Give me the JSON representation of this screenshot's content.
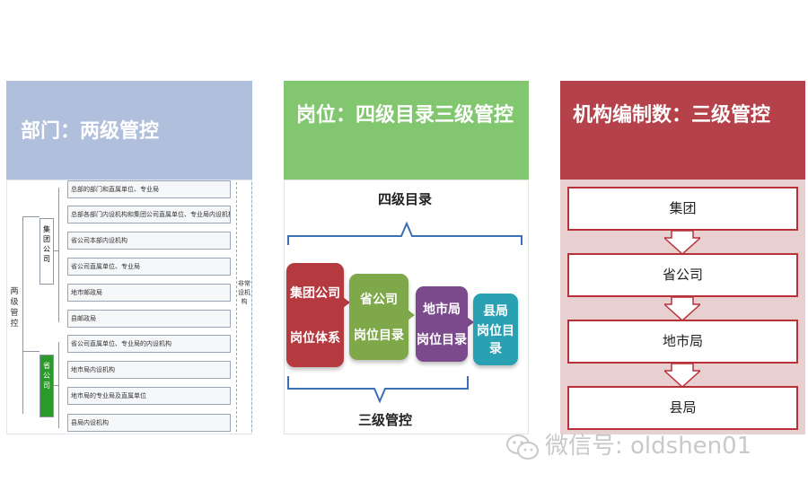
{
  "panels": {
    "dept": {
      "title": "部门：两级管控",
      "side_label": "两级管控",
      "group1": "集团公司",
      "group2": "省公司",
      "right_label": "非常设机构",
      "items": [
        "总部的部门和直属单位、专业局",
        "总部各部门内设机构和集团公司直属单位、专业局内设机构",
        "省公司本部内设机构",
        "省公司直属单位、专业局",
        "地市邮政局",
        "县邮政局",
        "省公司直属单位、专业局的内设机构",
        "地市局内设机构",
        "地市局的专业局及直属单位",
        "县局内设机构"
      ]
    },
    "position": {
      "title": "岗位：四级目录三级管控",
      "top_label": "四级目录",
      "bottom_label": "三级管控",
      "steps": [
        {
          "line1": "集团公司",
          "line2": "岗位体系",
          "color": "#b43a40"
        },
        {
          "line1": "省公司",
          "line2": "岗位目录",
          "color": "#7fa84b"
        },
        {
          "line1": "地市局",
          "line2": "岗位目录",
          "color": "#7b4a8c"
        },
        {
          "line1": "县局",
          "line2": "岗位目录",
          "color": "#2aa1b3"
        }
      ]
    },
    "staffing": {
      "title": "机构编制数：三级管控",
      "levels": [
        "集团",
        "省公司",
        "地市局",
        "县局"
      ]
    }
  },
  "watermark": {
    "text": "微信号: oldshen01",
    "icon": "wechat-icon"
  },
  "colors": {
    "dept_header": "#b0bfdc",
    "position_header": "#82c770",
    "staffing_header": "#b5424a"
  }
}
